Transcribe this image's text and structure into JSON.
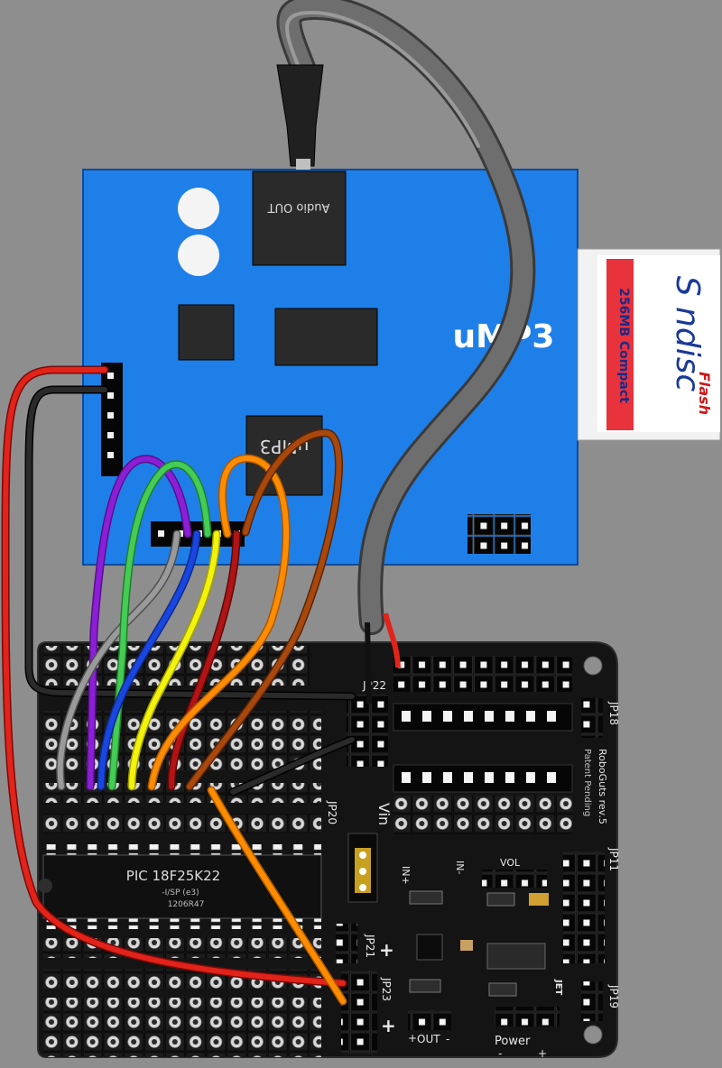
{
  "colors": {
    "background": "#8e8e8e",
    "module_board": "#1f7fe8",
    "main_board": "#141414",
    "wire_red": "#e2231a",
    "wire_black": "#1a1a1a",
    "wire_purple": "#8b1fd6",
    "wire_gray": "#8a8a8a",
    "wire_blue": "#1a46e0",
    "wire_green": "#44cc55",
    "wire_yellow": "#f2f20c",
    "wire_darkred": "#b01414",
    "wire_orange": "#ff8c00",
    "wire_brown": "#a9480c",
    "cable_gray": "#6e6e6e"
  },
  "module": {
    "title": "uMP3",
    "audio_jack_label": "Audio OUT",
    "chip_label": "uMP3"
  },
  "sd_card": {
    "brand": "S ndisc",
    "flash_label": "Flash",
    "capacity": "256MB Compact"
  },
  "main_board": {
    "ic_label": "PIC 18F25K22",
    "ic_sub_label": "-I/SP (e3)",
    "ic_code": "1206R47",
    "patent": "Patent Pending",
    "board_name": "RoboGuts rev.5",
    "jumpers": {
      "jp22": "JP22",
      "jp20": "JP20",
      "jp21": "JP21",
      "jp23": "JP23",
      "jp18": "JP18",
      "jp11": "JP11",
      "jp19": "JP19"
    },
    "vin_label": "Vin",
    "in_plus": "IN+",
    "in_minus": "IN-",
    "vol": "VOL",
    "out_label": "OUT",
    "power": "Power",
    "plus": "+",
    "minus": "-",
    "cert": "JET"
  }
}
